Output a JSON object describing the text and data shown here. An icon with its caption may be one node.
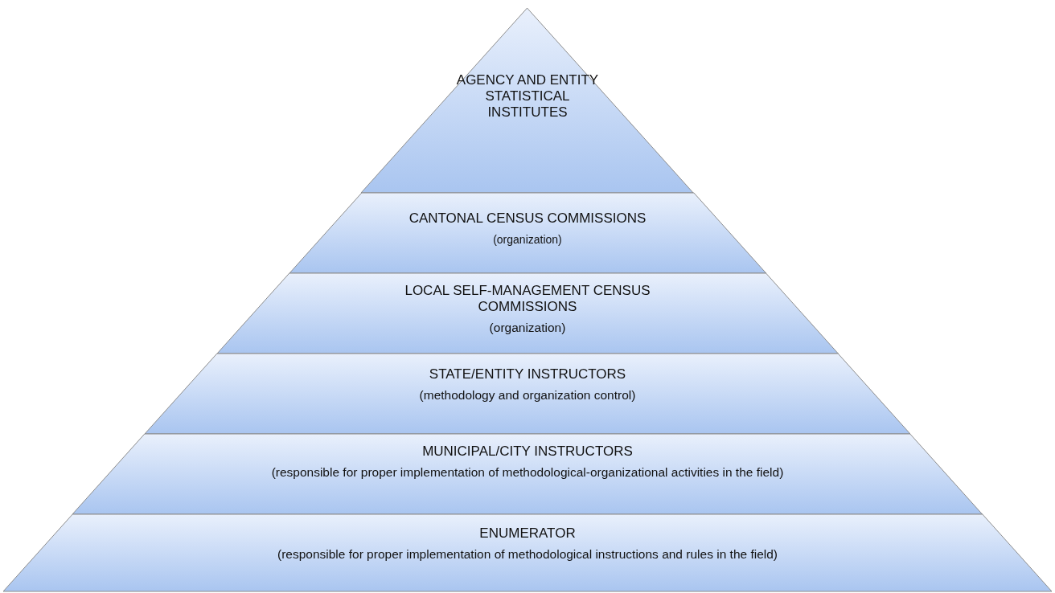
{
  "diagram": {
    "nodes": [
      {
        "text": [
          "AGENCY AND ENTITY STATISTICAL INSTITUTES"
        ]
      },
      {
        "text": [
          "CANTONAL CENSUS COMMISSIONS",
          "(organization)"
        ]
      },
      {
        "text": [
          "LOCAL SELF-MANAGEMENT CENSUS COMMISSIONS",
          "(organization)"
        ]
      },
      {
        "text": [
          "STATE/ENTITY INSTRUCTORS",
          "(methodology and organization control)"
        ]
      },
      {
        "text": [
          "MUNICIPAL/CITY INSTRUCTORS",
          "(responsible for proper implementation of methodological-organizational activities in the field)"
        ]
      },
      {
        "text": [
          "ENUMERATOR",
          "(responsible for proper implementation of methodological instructions and rules in the field)"
        ]
      }
    ]
  }
}
